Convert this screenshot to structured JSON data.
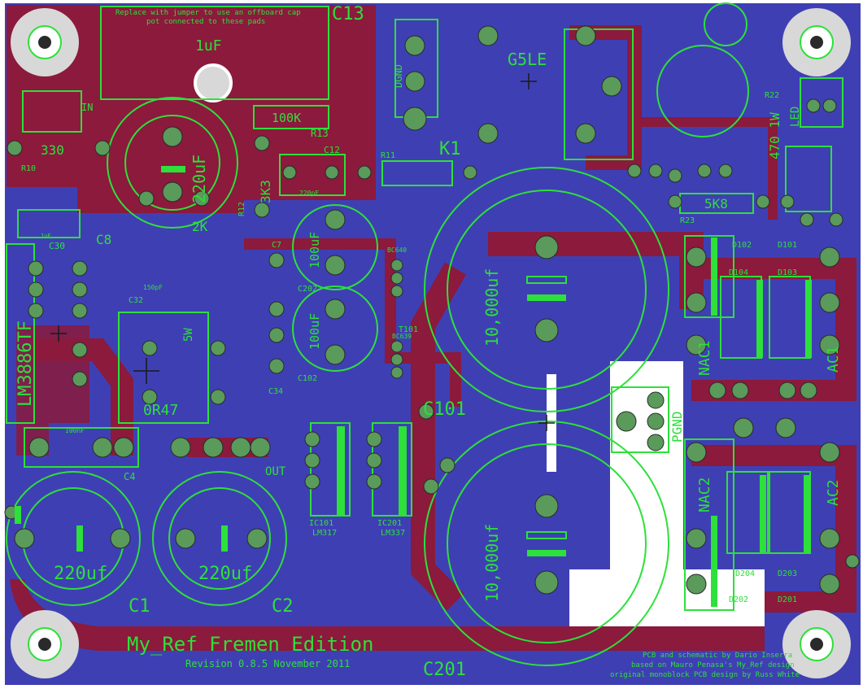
{
  "colors": {
    "background": "#ffffff",
    "bottom_layer": "#3f3fb4",
    "top_layer": "#8b1a3c",
    "silkscreen": "#2de03a",
    "pad": "#5a9a5a",
    "drill": "#2a2a2a",
    "mount_ring": "#d8d8d8"
  },
  "notes": {
    "c13_note_line1": "Replace with jumper to use an offboard cap",
    "c13_note_line2": "pot connected to these pads"
  },
  "labels": {
    "c13": "C13",
    "c13_value": "1uF",
    "r100k": "100K",
    "r13": "R13",
    "c12": "C12",
    "c12_value": "220pF",
    "r11": "R11",
    "k1": "K1",
    "g5le": "G5LE",
    "dgnd": "DGND",
    "in": "IN",
    "r10_value": "330",
    "r10": "R10",
    "c_220uf_top": "220uF",
    "r3k3": "3K3",
    "r12": "R12",
    "r_x2k": "2K",
    "c30": "C30",
    "c30_value": "1uF",
    "c8": "C8",
    "c7": "C7",
    "c_150pf": "150pF",
    "c32": "C32",
    "lm3886": "LM3886TF",
    "r5w": "5W",
    "r0r47": "0R47",
    "c34": "C34",
    "c102": "C102",
    "c202": "C202",
    "c_100uf_a": "100uF",
    "c_100uf_b": "100uF",
    "bc639": "BC639",
    "bc640": "BC640",
    "t101": "T101",
    "out": "OUT",
    "c101": "C101",
    "c201": "C201",
    "big_cap_value": "10,000uf",
    "ic101": "IC101",
    "lm317": "LM317",
    "ic201": "IC201",
    "lm337": "LM337",
    "pgnd": "PGND",
    "nac1": "NAC1",
    "ac1": "AC1",
    "nac2": "NAC2",
    "ac2": "AC2",
    "d101": "D101",
    "d102": "D102",
    "d103": "D103",
    "d104": "D104",
    "d201": "D201",
    "d202": "D202",
    "d203": "D203",
    "d204": "D204",
    "r5k8": "5K8",
    "r23": "R23",
    "r470_1w": "470 1W",
    "led": "LED",
    "c4": "C4",
    "c4_value": "100nF",
    "c1": "C1",
    "c2": "C2",
    "c_220uf_bottom": "220uf",
    "r22": "R22",
    "title": "My_Ref Fremen Edition",
    "revision": "Revision 0.8.5 November 2011",
    "credit1": "PCB and schematic by Dario Inserra",
    "credit2": "based on Mauro Penasa's My_Ref design",
    "credit3": "original monoblock PCB design by Russ White"
  }
}
